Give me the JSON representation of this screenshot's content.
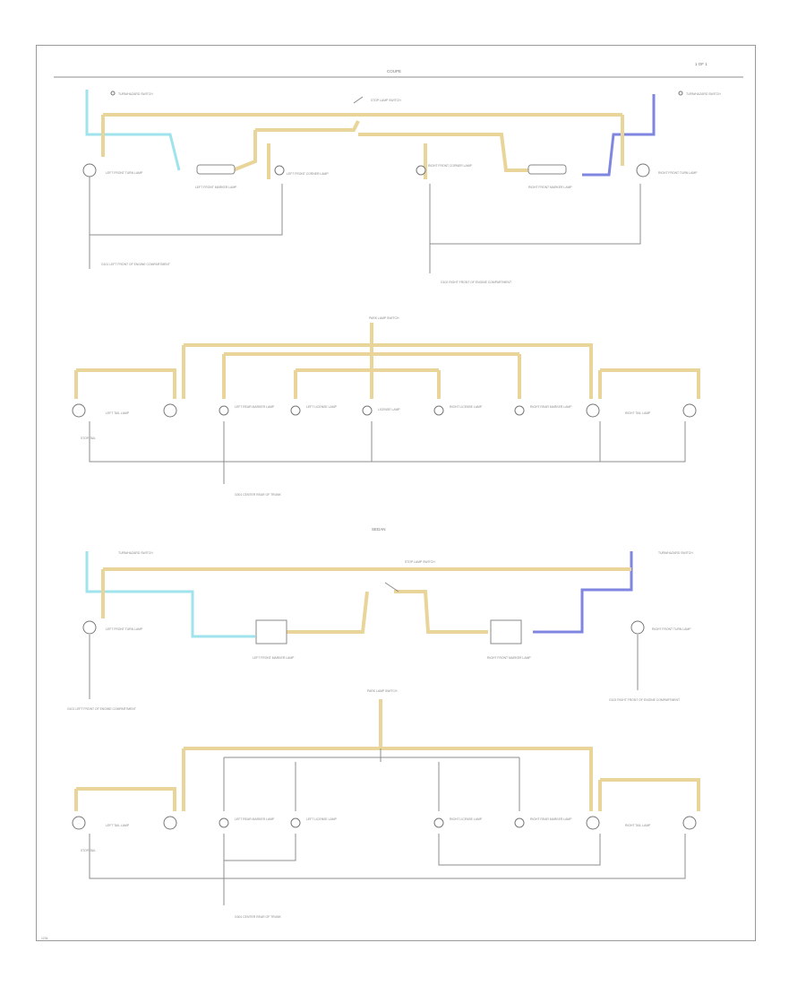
{
  "page_label": "1 OF 1",
  "bottom_code": "1234",
  "sections": {
    "s1": "COUPE",
    "s3": "SEDAN"
  },
  "labels": {
    "stop_lamp_switch": "STOP LAMP SWITCH",
    "turn_hazard_switch": "TURN/HAZARD SWITCH",
    "park_lamp_switch": "PARK LAMP SWITCH",
    "left_front_turn": "LEFT FRONT TURN LAMP",
    "right_front_turn": "RIGHT FRONT TURN LAMP",
    "left_front_marker": "LEFT FRONT MARKER LAMP",
    "right_front_marker": "RIGHT FRONT MARKER LAMP",
    "left_front_corner": "LEFT FRONT CORNER LAMP",
    "right_front_corner": "RIGHT FRONT CORNER LAMP",
    "left_tail": "LEFT TAIL LAMP",
    "right_tail": "RIGHT TAIL LAMP",
    "left_rear_marker": "LEFT REAR MARKER LAMP",
    "right_rear_marker": "RIGHT REAR MARKER LAMP",
    "license_lamp": "LICENSE LAMP",
    "left_license": "LEFT LICENSE LAMP",
    "right_license": "RIGHT LICENSE LAMP",
    "stop_tail": "STOP/TAIL",
    "g1": "G101 LEFT FRONT OF ENGINE COMPARTMENT",
    "g2": "G102 RIGHT FRONT OF ENGINE COMPARTMENT",
    "g3": "G301 CENTER REAR OF TRUNK",
    "g4": "G301 CENTER REAR OF TRUNK",
    "g5": "G101 LEFT FRONT OF ENGINE COMPARTMENT",
    "g6": "G102 RIGHT FRONT OF ENGINE COMPARTMENT"
  },
  "wire_colors": {
    "yellow": "#e9d59a",
    "light_blue": "#9fe3ec",
    "dark_blue": "#7f86e0",
    "ground": "#8c8c8c"
  }
}
